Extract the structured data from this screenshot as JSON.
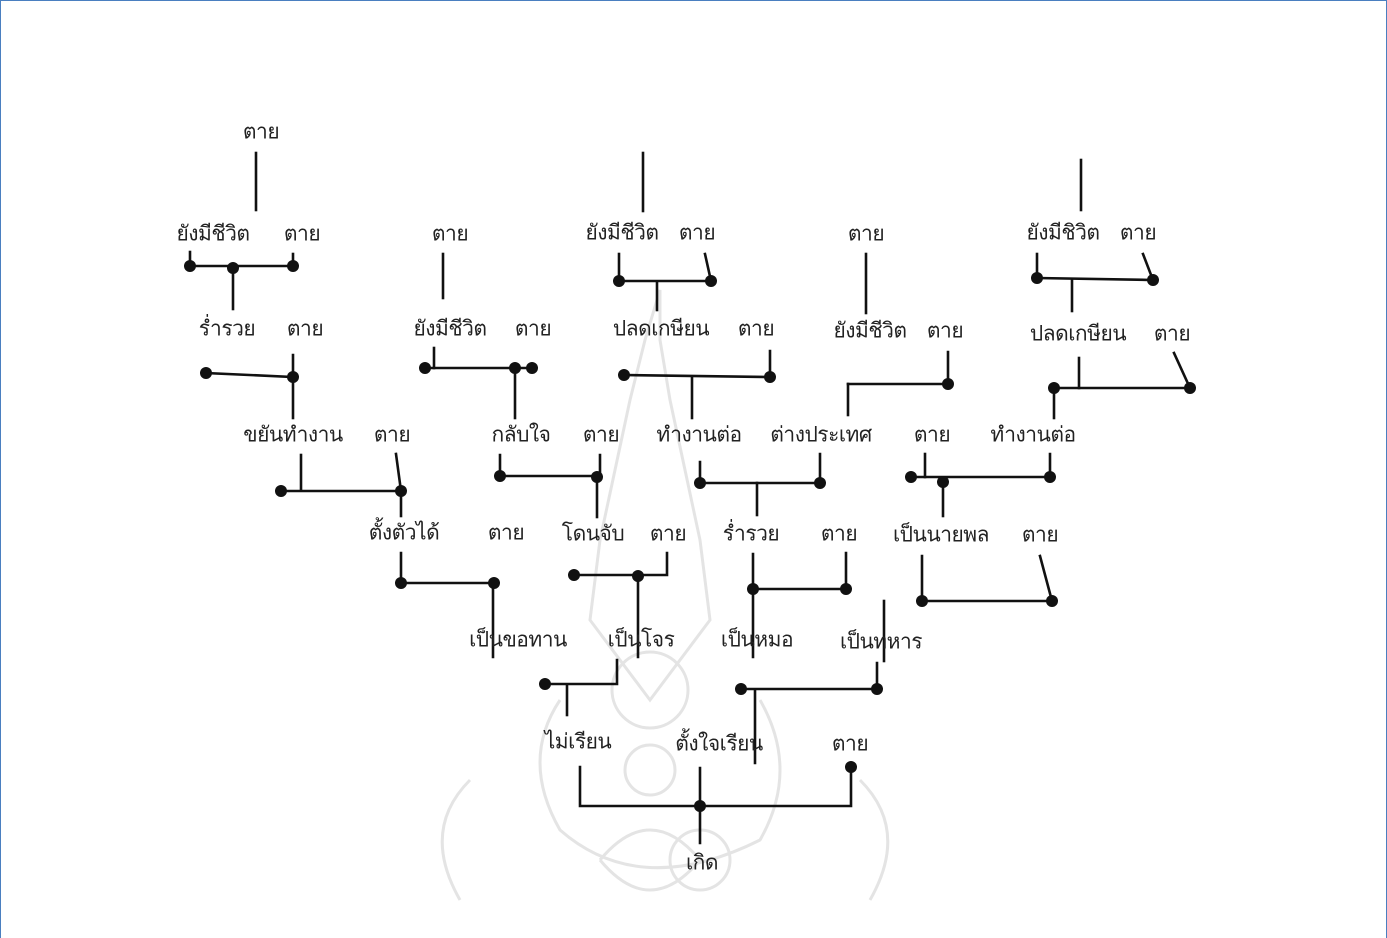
{
  "diagram": {
    "colors": {
      "line": "#111111",
      "text": "#222222",
      "border": "#4a7fc0",
      "watermark": "#e4e4e4"
    },
    "watermark_icon": "royal-emblem-watermark",
    "nodes": [
      {
        "id": "n1",
        "text": "เกิด"
      },
      {
        "id": "n2",
        "text": "ไม่เรียน"
      },
      {
        "id": "n3",
        "text": "ตั้งใจเรียน"
      },
      {
        "id": "n4",
        "text": "ตาย"
      },
      {
        "id": "n5",
        "text": "เป็นขอทาน"
      },
      {
        "id": "n6",
        "text": "เป็นโจร"
      },
      {
        "id": "n7",
        "text": "เป็นหมอ"
      },
      {
        "id": "n8",
        "text": "เป็นทหาร"
      },
      {
        "id": "n9",
        "text": "ตั้งตัวได้"
      },
      {
        "id": "n10",
        "text": "ตาย"
      },
      {
        "id": "n11",
        "text": "โดนจับ"
      },
      {
        "id": "n12",
        "text": "ตาย"
      },
      {
        "id": "n13",
        "text": "ร่ำรวย"
      },
      {
        "id": "n14",
        "text": "ตาย"
      },
      {
        "id": "n15",
        "text": "เป็นนายพล"
      },
      {
        "id": "n16",
        "text": "ตาย"
      },
      {
        "id": "n17",
        "text": "ขยันทำงาน"
      },
      {
        "id": "n18",
        "text": "ตาย"
      },
      {
        "id": "n19",
        "text": "กลับใจ"
      },
      {
        "id": "n20",
        "text": "ตาย"
      },
      {
        "id": "n21",
        "text": "ทำงานต่อ"
      },
      {
        "id": "n22",
        "text": "ต่างประเทศ"
      },
      {
        "id": "n23",
        "text": "ตาย"
      },
      {
        "id": "n24",
        "text": "ทำงานต่อ"
      },
      {
        "id": "n25",
        "text": "ร่ำรวย"
      },
      {
        "id": "n26",
        "text": "ตาย"
      },
      {
        "id": "n27",
        "text": "ยังมีชีวิต"
      },
      {
        "id": "n28",
        "text": "ตาย"
      },
      {
        "id": "n29",
        "text": "ปลดเกษียน"
      },
      {
        "id": "n30",
        "text": "ตาย"
      },
      {
        "id": "n31",
        "text": "ยังมีชีวิต"
      },
      {
        "id": "n32",
        "text": "ตาย"
      },
      {
        "id": "n33",
        "text": "ปลดเกษียน"
      },
      {
        "id": "n34",
        "text": "ตาย"
      },
      {
        "id": "n35",
        "text": "ยังมีชีวิต"
      },
      {
        "id": "n36",
        "text": "ตาย"
      },
      {
        "id": "n37",
        "text": "ตาย"
      },
      {
        "id": "n38",
        "text": "ยังมีชีวิต"
      },
      {
        "id": "n39",
        "text": "ตาย"
      },
      {
        "id": "n40",
        "text": "ยังมีชิวิต"
      },
      {
        "id": "n41",
        "text": "ตาย"
      },
      {
        "id": "n42",
        "text": "ตาย"
      },
      {
        "id": "n43",
        "text": "ตาย"
      }
    ],
    "edges": [
      [
        "n1",
        "n2"
      ],
      [
        "n1",
        "n3"
      ],
      [
        "n1",
        "n4"
      ],
      [
        "n2",
        "n5"
      ],
      [
        "n2",
        "n6"
      ],
      [
        "n3",
        "n7"
      ],
      [
        "n3",
        "n8"
      ],
      [
        "n5",
        "n9"
      ],
      [
        "n5",
        "n10"
      ],
      [
        "n6",
        "n11"
      ],
      [
        "n6",
        "n12"
      ],
      [
        "n7",
        "n13"
      ],
      [
        "n7",
        "n14"
      ],
      [
        "n8",
        "n15"
      ],
      [
        "n8",
        "n16"
      ],
      [
        "n9",
        "n17"
      ],
      [
        "n9",
        "n18"
      ],
      [
        "n11",
        "n19"
      ],
      [
        "n11",
        "n20"
      ],
      [
        "n13",
        "n21"
      ],
      [
        "n13",
        "n22"
      ],
      [
        "n15",
        "n23"
      ],
      [
        "n15",
        "n24"
      ],
      [
        "n17",
        "n25"
      ],
      [
        "n17",
        "n26"
      ],
      [
        "n19",
        "n27"
      ],
      [
        "n19",
        "n28"
      ],
      [
        "n21",
        "n29"
      ],
      [
        "n21",
        "n30"
      ],
      [
        "n22",
        "n31"
      ],
      [
        "n22",
        "n32"
      ],
      [
        "n24",
        "n33"
      ],
      [
        "n24",
        "n34"
      ],
      [
        "n25",
        "n35"
      ],
      [
        "n25",
        "n36"
      ],
      [
        "n27",
        "n37"
      ],
      [
        "n29",
        "n38"
      ],
      [
        "n29",
        "n39"
      ],
      [
        "n31",
        "n41"
      ],
      [
        "n33",
        "n40"
      ],
      [
        "n33",
        "n42"
      ],
      [
        "n35",
        "n43"
      ]
    ]
  }
}
